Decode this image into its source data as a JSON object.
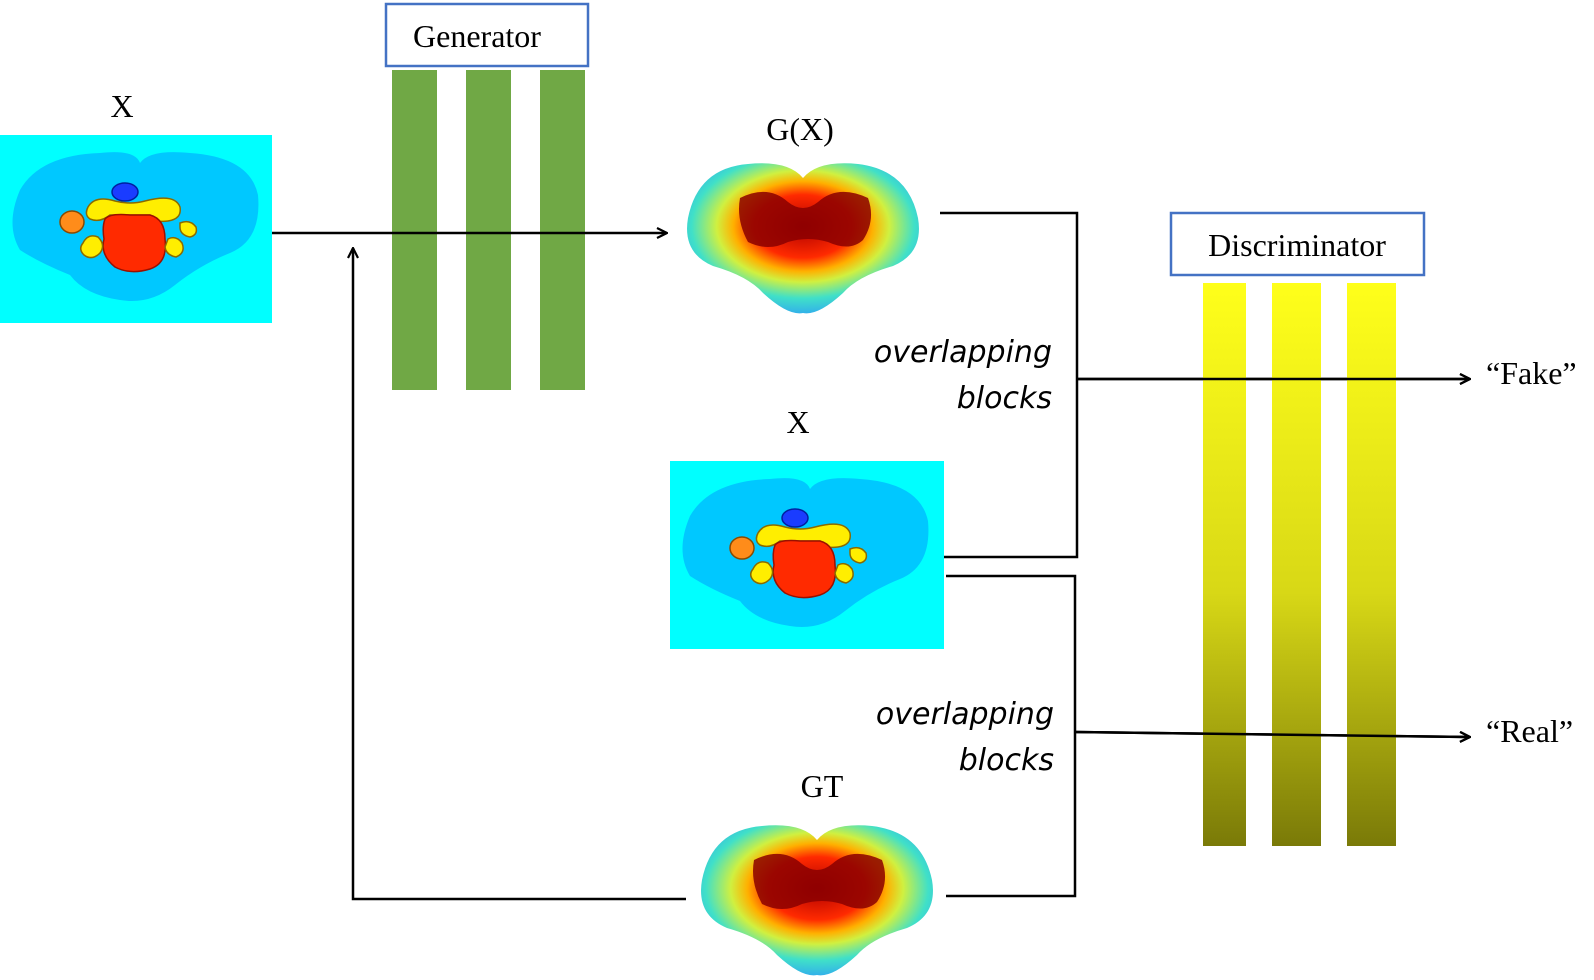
{
  "labels": {
    "input_x": "X",
    "generator": "Generator",
    "gx": "G(X)",
    "x2": "X",
    "gt": "GT",
    "discriminator": "Discriminator",
    "blocks_top_line1": "overlapping",
    "blocks_top_line2": "blocks",
    "blocks_bottom_line1": "overlapping",
    "blocks_bottom_line2": "blocks",
    "fake": "“Fake”",
    "real": "“Real”"
  },
  "colors": {
    "generator_layer": "#70a845",
    "discriminator_top": "#ffff1a",
    "discriminator_bottom": "#7a7a08",
    "box_border": "#4472c4",
    "seg_background": "#00ffff",
    "seg_body": "#00c8ff",
    "seg_red": "#ff2a00",
    "seg_yellow": "#ffee00",
    "seg_orange": "#ff8c1a",
    "seg_blue": "#1a3cff",
    "heat_outer": "#40d0e8",
    "heat_mid": "#e8f020",
    "heat_core": "#8a0000"
  }
}
